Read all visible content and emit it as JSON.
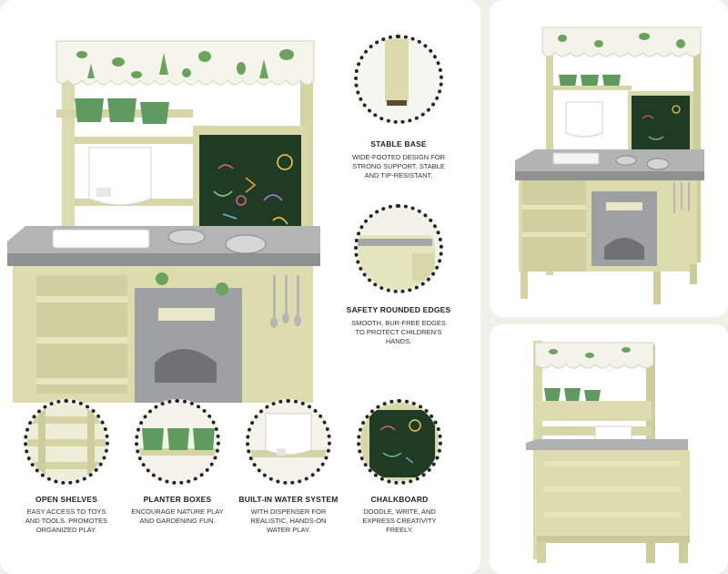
{
  "features": [
    {
      "id": "stable-base",
      "title": "STABLE BASE",
      "desc": "WIDE-FOOTED DESIGN FOR STRONG SUPPORT. STABLE AND TIP-RESISTANT."
    },
    {
      "id": "safety-edges",
      "title": "SAFETY ROUNDED EDGES",
      "desc": "SMOOTH, BUR-FREE EDGES TO PROTECT CHILDREN'S HANDS."
    },
    {
      "id": "open-shelves",
      "title": "OPEN SHELVES",
      "desc": "EASY ACCESS TO TOYS AND TOOLS. PROMOTES ORGANIZED PLAY."
    },
    {
      "id": "planter-boxes",
      "title": "PLANTER BOXES",
      "desc": "ENCOURAGE NATURE PLAY AND GARDENING FUN."
    },
    {
      "id": "water-system",
      "title": "BUILT-IN WATER SYSTEM",
      "desc": "WITH DISPENSER FOR REALISTIC, HANDS-ON WATER PLAY."
    },
    {
      "id": "chalkboard",
      "title": "CHALKBOARD",
      "desc": "DOODLE, WRITE, AND EXPRESS CREATIVITY FREELY."
    }
  ],
  "colors": {
    "wood": "#e0e0b6",
    "wood_dark": "#c9c99c",
    "counter": "#a9abab",
    "chalk": "#1f3b24",
    "planter": "#5f9a5f",
    "panel_bg": "#ffffff",
    "page_bg": "#eef0ea"
  }
}
